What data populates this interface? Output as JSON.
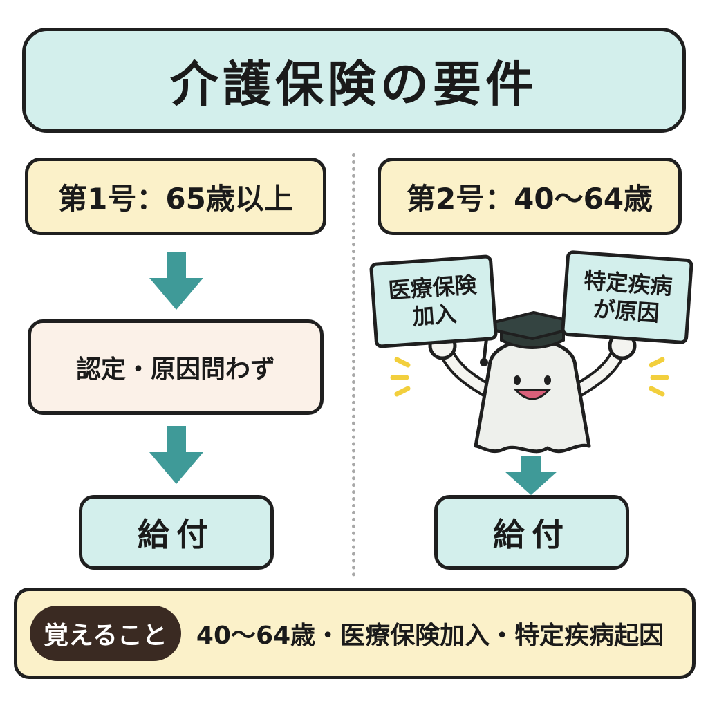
{
  "title": "介護保険の要件",
  "left": {
    "label": "第1号：65歳以上",
    "condition": "認定・原因問わず",
    "benefit": "給付"
  },
  "right": {
    "label": "第2号：40～64歳",
    "sign_left": [
      "医療保険",
      "加入"
    ],
    "sign_right": [
      "特定疾病",
      "が原因"
    ],
    "benefit": "給付"
  },
  "summary": {
    "badge": "覚えること",
    "text": "40～64歳・医療保険加入・特定疾病起因"
  },
  "colors": {
    "mint": "#d3efec",
    "cream": "#fbf1c9",
    "beige": "#fbf1e8",
    "arrow": "#3f9a98",
    "badge": "#3a2a22",
    "divider": "#a8a8a8"
  },
  "icons": [
    "down-arrow-icon",
    "graduation-cap-icon",
    "ghost-mascot-icon",
    "sparkle-icon"
  ]
}
